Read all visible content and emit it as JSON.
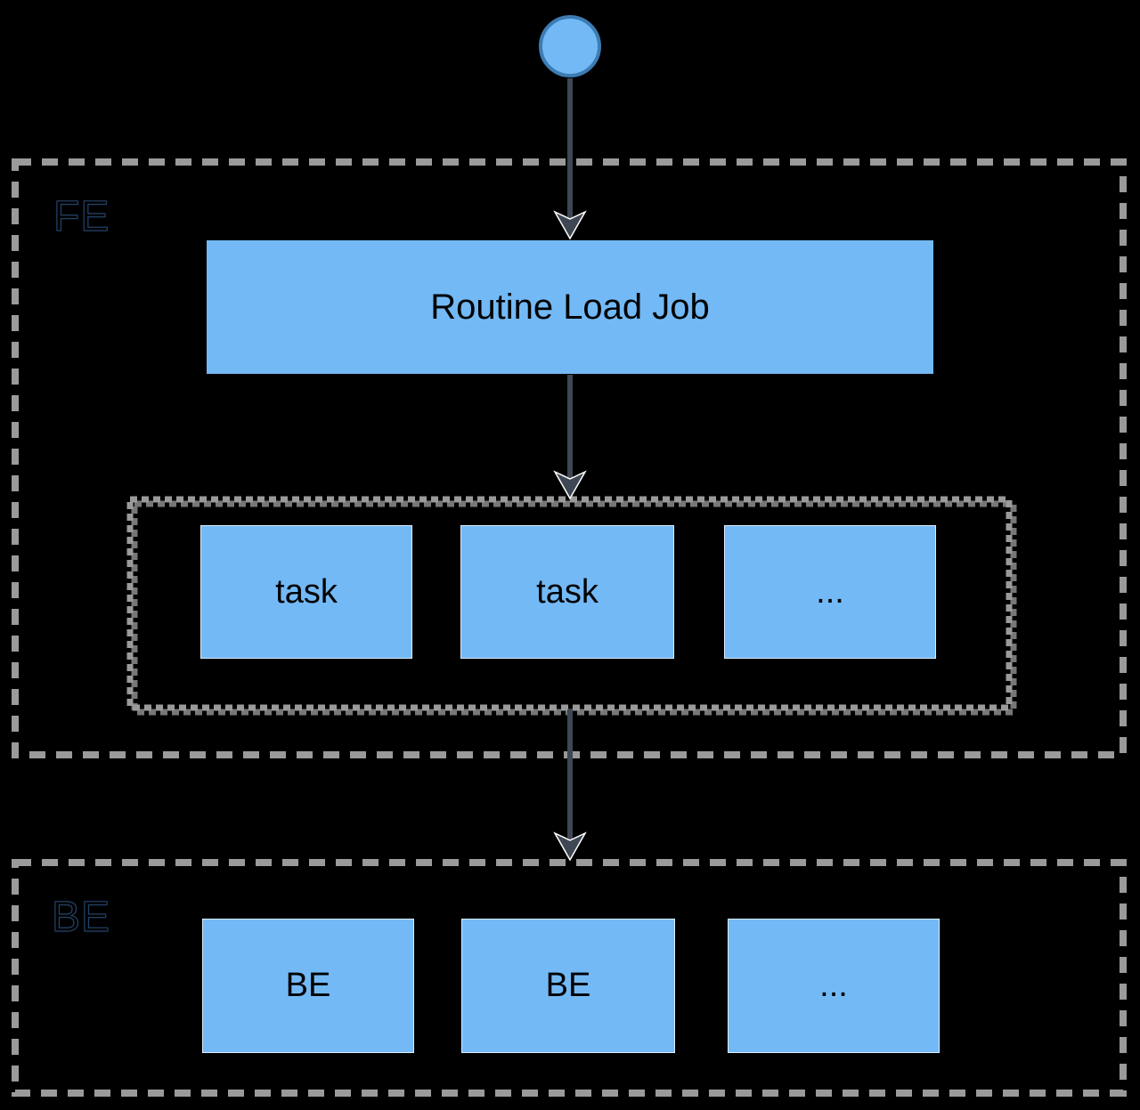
{
  "diagram": {
    "type": "flowchart",
    "background_color": "#000000",
    "colors": {
      "node_fill": "#73B9F6",
      "node_text": "#000000",
      "start_circle_fill": "#73B9F6",
      "start_circle_stroke": "#3D7CB2",
      "arrow": "#3F4754",
      "arrowhead_outline": "#FFFFFF",
      "dashed_border": "#9A9A9A"
    },
    "start_node": {
      "shape": "circle"
    },
    "containers": {
      "fe": {
        "label": "FE"
      },
      "task_group": {
        "label": ""
      },
      "be": {
        "label": "BE"
      }
    },
    "nodes": {
      "job": {
        "label": "Routine Load Job"
      }
    },
    "task_group": {
      "nodes": [
        {
          "label": "task"
        },
        {
          "label": "task"
        },
        {
          "label": "..."
        }
      ]
    },
    "be_group": {
      "nodes": [
        {
          "label": "BE"
        },
        {
          "label": "BE"
        },
        {
          "label": "..."
        }
      ]
    },
    "edges": [
      {
        "from": "start",
        "to": "job"
      },
      {
        "from": "job",
        "to": "task_group"
      },
      {
        "from": "task_group",
        "to": "be_container"
      }
    ]
  }
}
